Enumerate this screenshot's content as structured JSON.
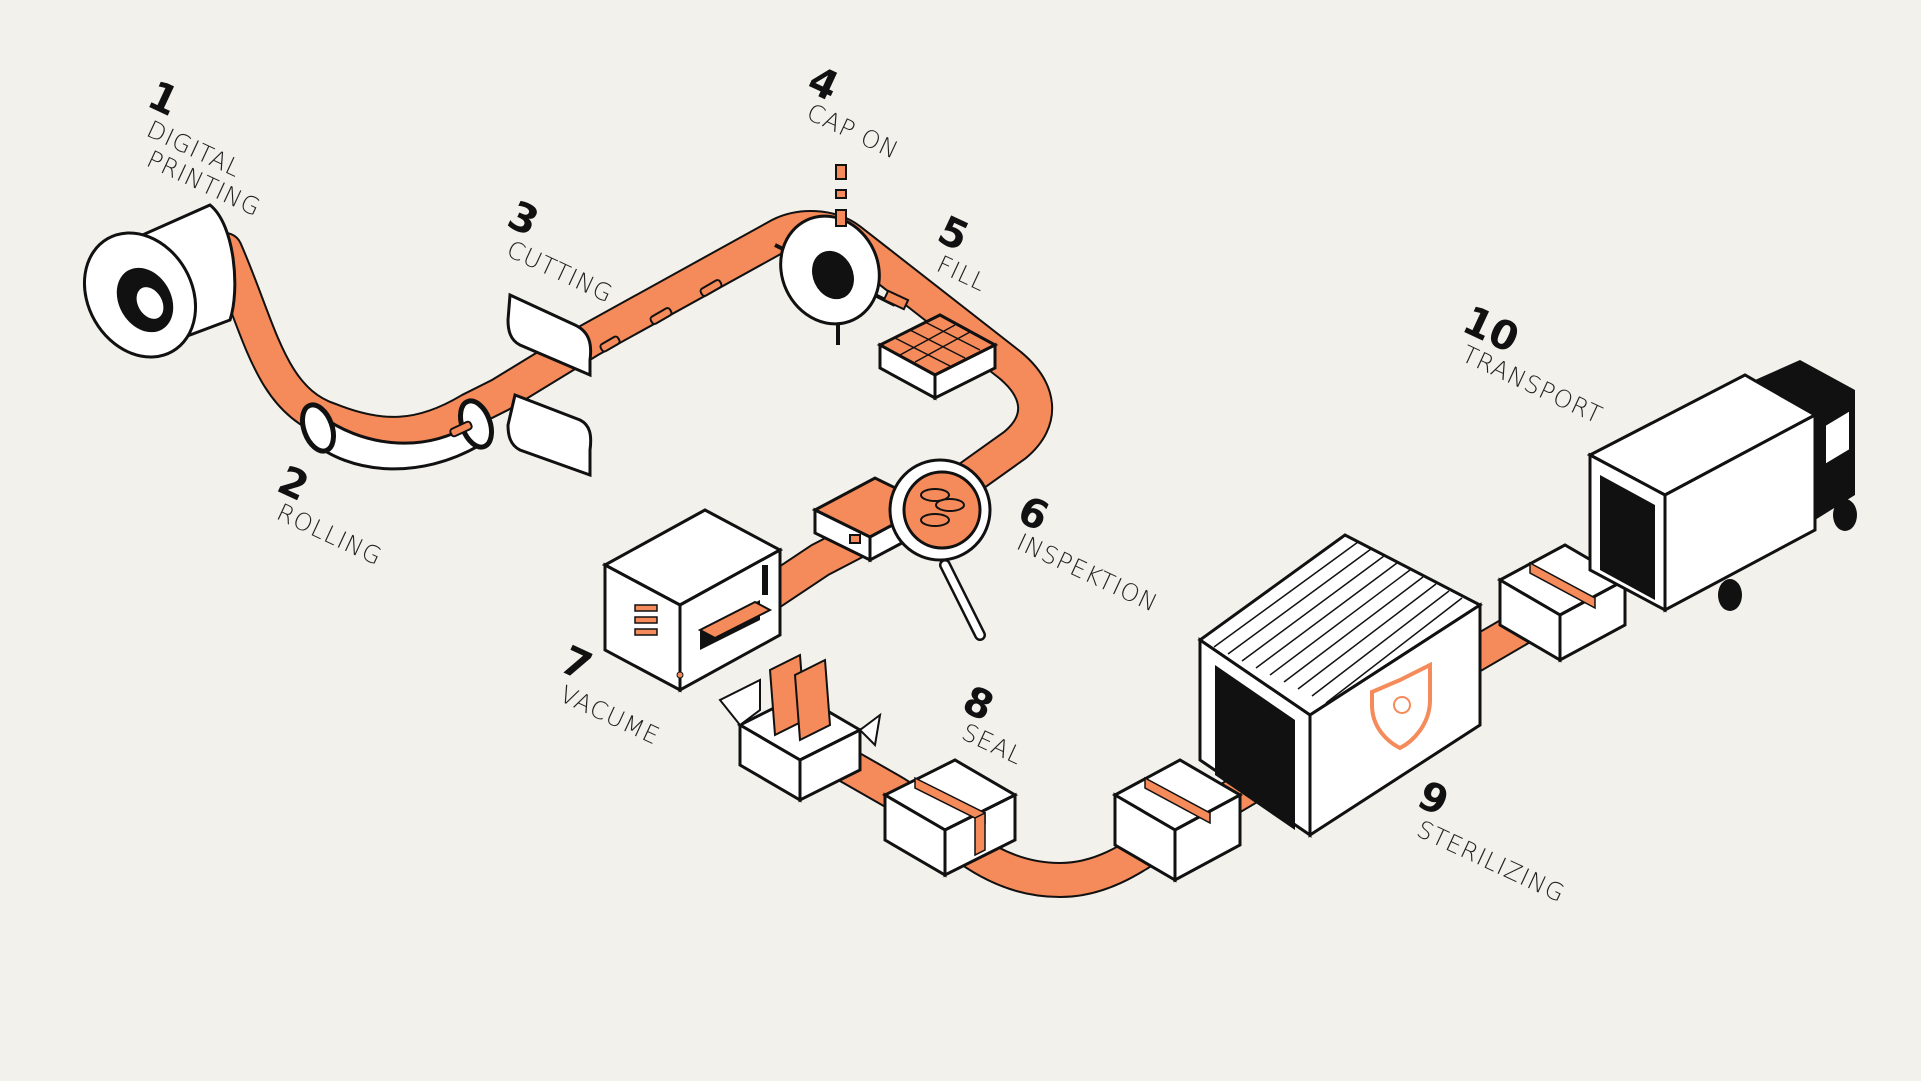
{
  "colors": {
    "background": "#f2f1ec",
    "accent": "#f58a5a",
    "outline": "#111111",
    "fill_white": "#ffffff"
  },
  "steps": [
    {
      "number": "1",
      "lines": [
        "DIGITAL",
        "PRINTING"
      ],
      "icon": "tape-roll-icon"
    },
    {
      "number": "2",
      "lines": [
        "ROLLING"
      ],
      "icon": "tube-roller-icon"
    },
    {
      "number": "3",
      "lines": [
        "CUTTING"
      ],
      "icon": "cutting-blades-icon"
    },
    {
      "number": "4",
      "lines": [
        "CAP ON"
      ],
      "icon": "cap-ring-icon"
    },
    {
      "number": "5",
      "lines": [
        "FILL"
      ],
      "icon": "fill-tray-icon"
    },
    {
      "number": "6",
      "lines": [
        "INSPEKTION"
      ],
      "icon": "magnifier-icon"
    },
    {
      "number": "7",
      "lines": [
        "VACUME"
      ],
      "icon": "vacuum-machine-icon"
    },
    {
      "number": "8",
      "lines": [
        "SEAL"
      ],
      "icon": "sealed-box-icon"
    },
    {
      "number": "9",
      "lines": [
        "STERILIZING"
      ],
      "icon": "sterilizer-chamber-icon"
    },
    {
      "number": "10",
      "lines": [
        "TRANSPORT"
      ],
      "icon": "truck-icon"
    }
  ]
}
